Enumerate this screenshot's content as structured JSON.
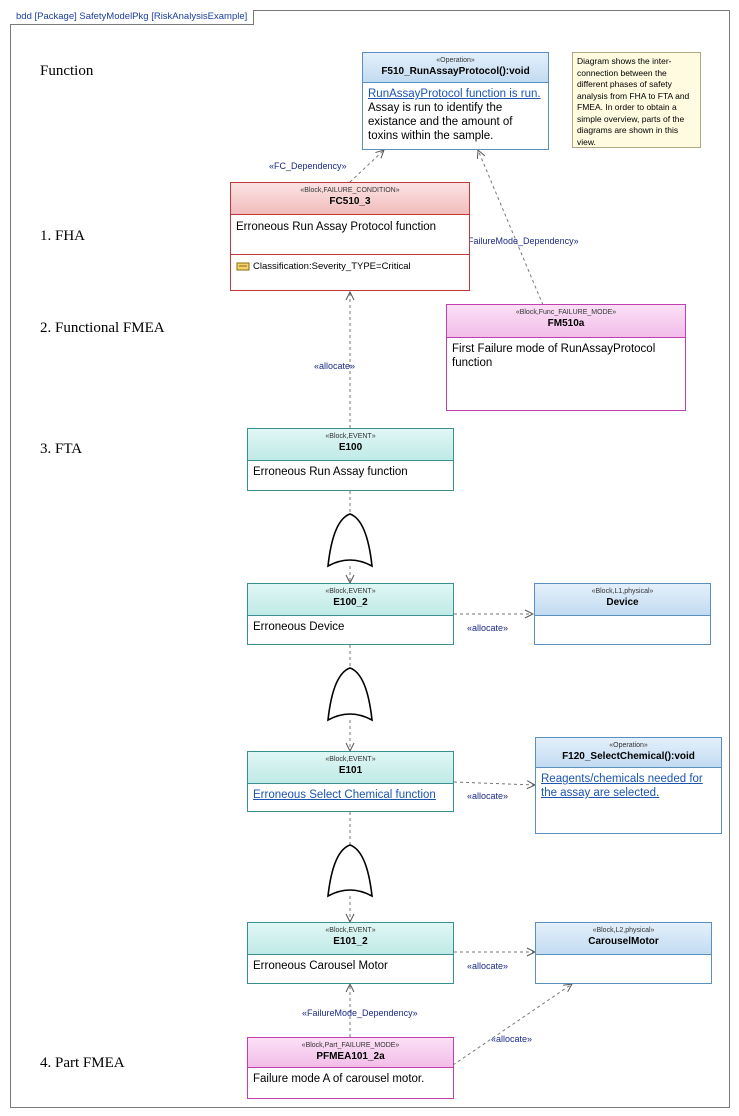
{
  "frame": {
    "title": "bdd [Package] SafetyModelPkg [RiskAnalysisExample]"
  },
  "lanes": {
    "function": "Function",
    "fha": "1. FHA",
    "ffmea": "2. Functional FMEA",
    "fta": "3. FTA",
    "pfmea": "4. Part FMEA"
  },
  "note": {
    "text": "Diagram shows the inter-connection between the different phases of safety analysis from FHA to FTA and FMEA. In order to obtain a simple overview, parts of the diagrams are shown in this view."
  },
  "blocks": {
    "f510": {
      "stereo": "«Operation»",
      "name": "F510_RunAssayProtocol():void",
      "link": "RunAssayProtocol function is run.",
      "text": " Assay is run to identify the existance and the amount of toxins within the sample."
    },
    "fc510": {
      "stereo": "«Block,FAILURE_CONDITION»",
      "name": "FC510_3",
      "text": "Erroneous Run Assay Protocol function",
      "attr": "Classification:Severity_TYPE=Critical"
    },
    "fm510": {
      "stereo": "«Block,Func_FAILURE_MODE»",
      "name": "FM510a",
      "text": "First Failure mode of RunAssayProtocol function"
    },
    "e100": {
      "stereo": "«Block,EVENT»",
      "name": "E100",
      "text": "Erroneous Run Assay function"
    },
    "e100_2": {
      "stereo": "«Block,EVENT»",
      "name": "E100_2",
      "text": "Erroneous Device"
    },
    "device": {
      "stereo": "«Block,L1,physical»",
      "name": "Device"
    },
    "e101": {
      "stereo": "«Block,EVENT»",
      "name": "E101",
      "link": "Erroneous Select Chemical function"
    },
    "f120": {
      "stereo": "«Operation»",
      "name": "F120_SelectChemical():void",
      "link": "Reagents/chemicals needed for the assay are selected."
    },
    "e101_2": {
      "stereo": "«Block,EVENT»",
      "name": "E101_2",
      "text": "Erroneous Carousel Motor"
    },
    "carousel": {
      "stereo": "«Block,L2,physical»",
      "name": "CarouselMotor"
    },
    "pfmea": {
      "stereo": "«Block,Part_FAILURE_MODE»",
      "name": "PFMEA101_2a",
      "text": "Failure mode A of carousel motor."
    }
  },
  "connectors": {
    "fc_dep": "«FC_Dependency»",
    "fm_dep": "«FailureMode_Dependency»",
    "alloc1": "«allocate»",
    "alloc2": "«allocate»",
    "alloc3": "«allocate»",
    "alloc4": "«allocate»",
    "fm_dep2": "«FailureMode_Dependency»",
    "alloc5": "«allocate»"
  }
}
